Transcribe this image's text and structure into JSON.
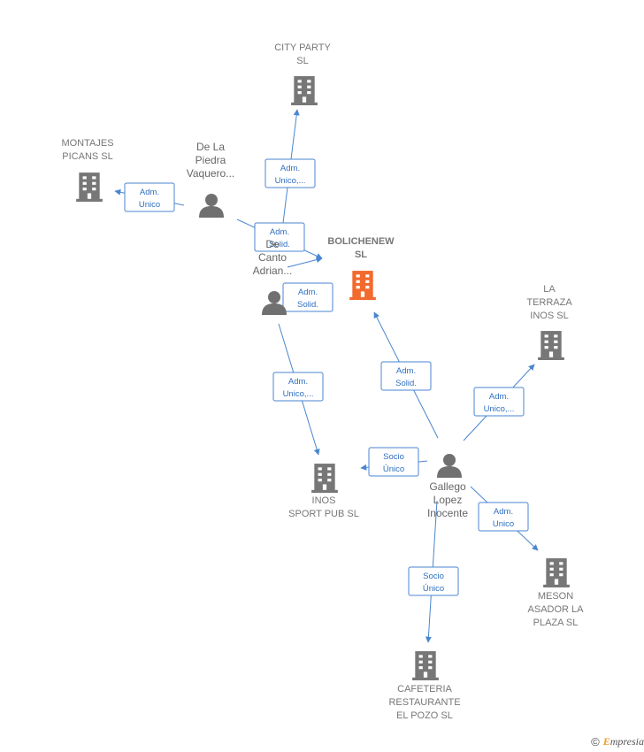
{
  "colors": {
    "company": "#777777",
    "main_company": "#f26a2e",
    "person": "#707070",
    "edge": "#4a86d0"
  },
  "nodes": [
    {
      "id": "bolichenew",
      "type": "company",
      "main": true,
      "lines": [
        "BOLICHENEW",
        "SL"
      ]
    },
    {
      "id": "city_party",
      "type": "company",
      "lines": [
        "CITY PARTY",
        "SL"
      ]
    },
    {
      "id": "montajes",
      "type": "company",
      "lines": [
        "MONTAJES",
        "PICANS  SL"
      ]
    },
    {
      "id": "la_terraza",
      "type": "company",
      "lines": [
        "LA",
        "TERRAZA",
        "INOS SL"
      ]
    },
    {
      "id": "inos_sport",
      "type": "company",
      "lines": [
        "INOS",
        "SPORT PUB  SL"
      ]
    },
    {
      "id": "meson",
      "type": "company",
      "lines": [
        "MESON",
        "ASADOR LA",
        "PLAZA  SL"
      ]
    },
    {
      "id": "cafeteria",
      "type": "company",
      "lines": [
        "CAFETERIA",
        "RESTAURANTE",
        "EL POZO SL"
      ]
    },
    {
      "id": "de_la_piedra",
      "type": "person",
      "lines": [
        "De La",
        "Piedra",
        "Vaquero..."
      ]
    },
    {
      "id": "canto",
      "type": "person",
      "lines": [
        "De",
        "Canto",
        "Adrian..."
      ]
    },
    {
      "id": "gallego",
      "type": "person",
      "lines": [
        "Gallego",
        "Lopez",
        "Inocente"
      ]
    }
  ],
  "edges": [
    {
      "from": "de_la_piedra",
      "to": "city_party",
      "lines": [
        "Adm.",
        "Unico,..."
      ]
    },
    {
      "from": "de_la_piedra",
      "to": "montajes",
      "lines": [
        "Adm.",
        "Unico"
      ]
    },
    {
      "from": "de_la_piedra",
      "to": "bolichenew",
      "lines": [
        "Adm.",
        "Solid."
      ]
    },
    {
      "from": "canto",
      "to": "bolichenew",
      "lines": [
        "Adm.",
        "Solid."
      ]
    },
    {
      "from": "canto",
      "to": "inos_sport",
      "lines": [
        "Adm.",
        "Unico,..."
      ]
    },
    {
      "from": "gallego",
      "to": "bolichenew",
      "lines": [
        "Adm.",
        "Solid."
      ]
    },
    {
      "from": "gallego",
      "to": "la_terraza",
      "lines": [
        "Adm.",
        "Unico,..."
      ]
    },
    {
      "from": "gallego",
      "to": "inos_sport",
      "lines": [
        "Socio",
        "Único"
      ]
    },
    {
      "from": "gallego",
      "to": "meson",
      "lines": [
        "Adm.",
        "Unico"
      ]
    },
    {
      "from": "gallego",
      "to": "cafeteria",
      "lines": [
        "Socio",
        "Único"
      ]
    }
  ],
  "footer": {
    "copyright": "©",
    "brand_initial": "E",
    "brand_rest": "mpresia"
  }
}
